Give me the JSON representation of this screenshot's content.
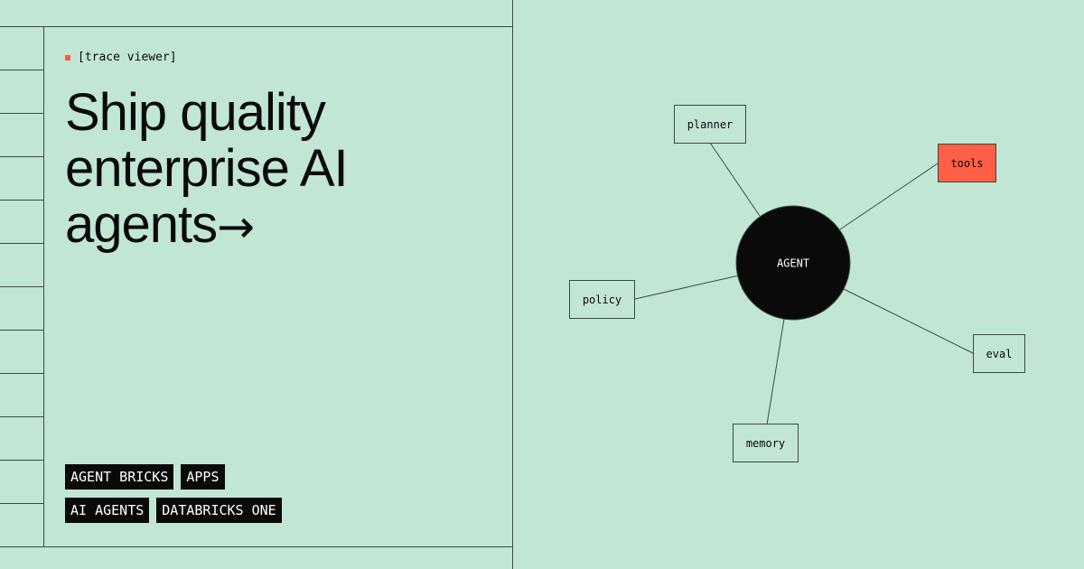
{
  "eyebrow": {
    "label": "[trace viewer]",
    "marker_color": "#ff5f46"
  },
  "headline": {
    "line1": "Ship quality",
    "line2": "enterprise AI",
    "line3": "agents",
    "arrow": "→"
  },
  "tags": {
    "row1": [
      "AGENT BRICKS",
      "APPS"
    ],
    "row2": [
      "AI AGENTS",
      "DATABRICKS ONE"
    ]
  },
  "diagram": {
    "center": {
      "id": "agent",
      "label": "AGENT"
    },
    "nodes": [
      {
        "id": "planner",
        "label": "planner",
        "highlight": false
      },
      {
        "id": "tools",
        "label": "tools",
        "highlight": true
      },
      {
        "id": "policy",
        "label": "policy",
        "highlight": false
      },
      {
        "id": "eval",
        "label": "eval",
        "highlight": false
      },
      {
        "id": "memory",
        "label": "memory",
        "highlight": false
      }
    ],
    "edges": [
      [
        "agent",
        "planner"
      ],
      [
        "agent",
        "tools"
      ],
      [
        "agent",
        "policy"
      ],
      [
        "agent",
        "eval"
      ],
      [
        "agent",
        "memory"
      ]
    ]
  },
  "colors": {
    "background": "#c1e6d4",
    "accent": "#ff5f46",
    "ink": "#0a0a0a",
    "line": "#3d4a43"
  }
}
